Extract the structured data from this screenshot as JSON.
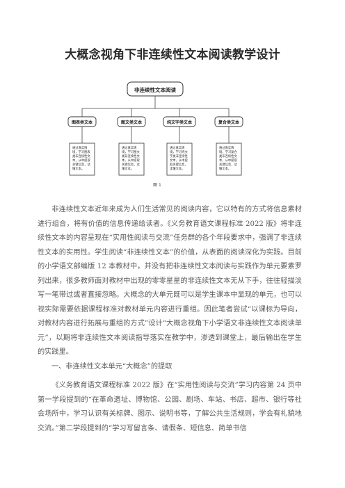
{
  "document": {
    "title": "大概念视角下非连续性文本阅读教学设计"
  },
  "figure": {
    "root": "非连续性文本阅读",
    "categories": [
      {
        "label": "图表类文本",
        "description": "通过真实情境，学习图表类非连续性文本，从中提取关键信息，读懂文本。"
      },
      {
        "label": "图文类文本",
        "description": "通过真实情境，学习图文类非连续性文本，从中提取关键信息，读懂文本。"
      },
      {
        "label": "纯文字类文本",
        "description": "通过真实情境，学习纯文字类非连续性文本，从中提取关键信息，读懂文本。"
      },
      {
        "label": "复合类文本",
        "description": "通过真实情境，学习复合类非连续性文本，从中提取关键信息，读懂文本。"
      }
    ],
    "caption": "图 1"
  },
  "body": {
    "paragraph1": "非连续性文本近年来成为人们生活常见的阅读内容，它以特有的方式将信息素材进行组合，将有价值的信息传递给读者。《义务教育语文课程标准 2022 版》将非连续性文本的内容呈现在“实用性阅读与交流”任务群的各个年段要求中，强调了非连续性文本的实用性。学生阅读“非连续性文本”的价值，从表面的阅读深化为实践。目前的小学语文部编版 12 本教材中，并没有把非连续性文本阅读与实践作为单元要素罗列出来，很多教师面对教材中出现的零零星星的非连续性文本无从下手，往往轻描淡写一笔带过或者直接忽略。大概念的大单元既可以是学生课本中显现的单元，也可以视实际需要依据课程标准对教材单元内容进行重组。因此笔者尝试“以课标为导向，对教材内容进行拓展与重组的方式”设计“大概念视角下小学语文非连续性文本阅读单元”，以期将非连续性文本阅读指导落实在教学中，渗透到课堂上，最后输出在学生的实践里。",
    "section_heading": "一、非连续性文本单元“大概念”的提取",
    "paragraph2": "《义务教育语文课程标准 2022 版》在“实用性阅读与交流”学习内容第 24 页中第一学段提到的“在革命遗址、博物馆、公园、剧场、车站、书店、超市、银行等社会场所中，学习认识有关标牌、图示、说明书等，了解公共生活规则，学会有礼貌地交流。”第二学段提到的“学习写留言条、请假条、短信息、简单书信"
  }
}
